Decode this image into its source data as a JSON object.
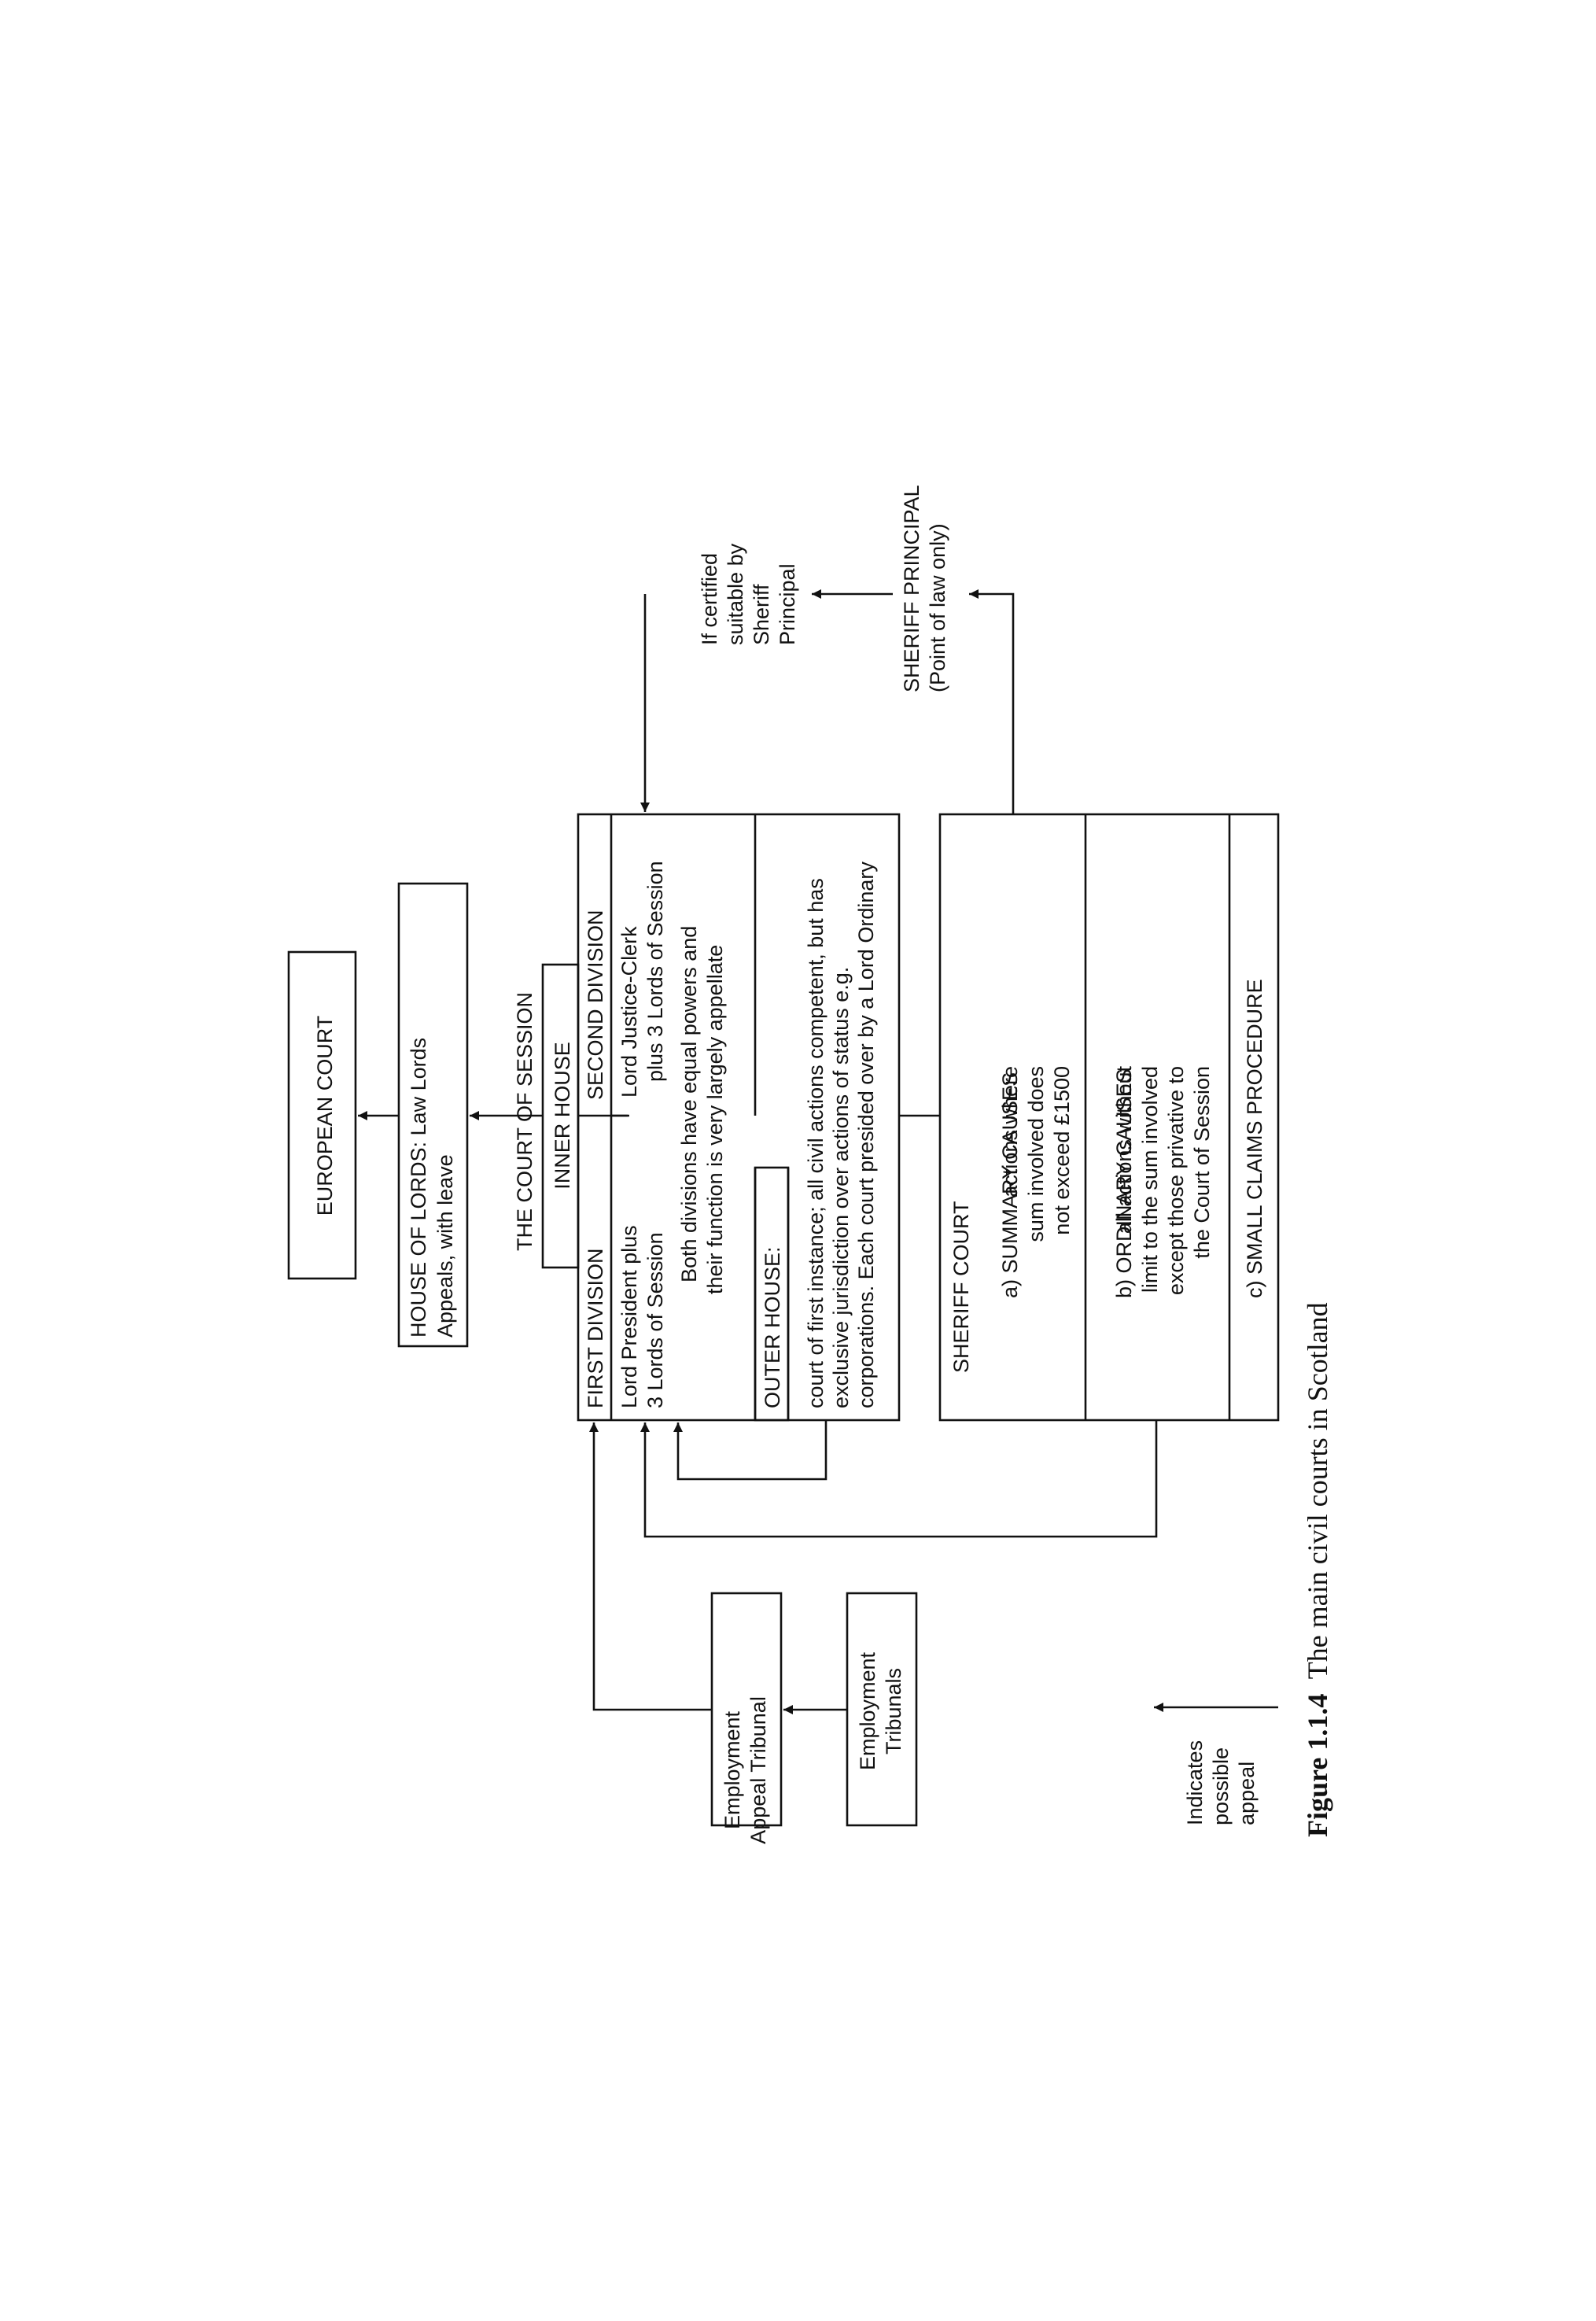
{
  "diagram": {
    "european_court": "EUROPEAN COURT",
    "house_of_lords": [
      "HOUSE OF LORDS: Law Lords",
      "Appeals, with leave"
    ],
    "court_of_session_title": "THE COURT OF SESSION",
    "inner_house_title": "INNER HOUSE",
    "first_division": {
      "title": "FIRST DIVISION",
      "body": [
        "Lord President plus",
        "3 Lords of Session"
      ]
    },
    "second_division": {
      "title": "SECOND DIVISION",
      "body": [
        "Lord Justice-Clerk",
        "plus 3 Lords of Session"
      ]
    },
    "both_divisions_note": [
      "Both divisions have equal powers and",
      "their function is very largely appellate"
    ],
    "outer_house": {
      "title": "OUTER HOUSE:",
      "body": [
        "court of first instance; all civil actions competent, but has",
        "exclusive jurisdiction over actions of status e.g.",
        "corporations. Each court presided over by a Lord Ordinary"
      ]
    },
    "sheriff_court": {
      "title": "SHERIFF COURT",
      "summary_label": "a) SUMMARY CAUSES",
      "summary_desc": [
        "actions where",
        "sum involved does",
        "not exceed £1500"
      ],
      "ordinary_label": "b) ORDINARY CAUSES",
      "ordinary_desc": [
        "all actions without",
        "limit to the sum involved",
        "except those privative to",
        "the Court of Session"
      ],
      "small_claims_label": "c) SMALL CLAIMS PROCEDURE"
    },
    "certified_note": [
      "If certified",
      "suitable by",
      "Sheriff",
      "Principal"
    ],
    "sheriff_principal": [
      "SHERIFF PRINCIPAL",
      "(Point of law only)"
    ],
    "employment_appeal_tribunal": [
      "Employment",
      "Appeal Tribunal"
    ],
    "employment_tribunals": [
      "Employment",
      "Tribunals"
    ],
    "legend_text": [
      "Indicates",
      "possible",
      "appeal"
    ]
  },
  "caption": {
    "label": "Figure 1.1.4",
    "text": "The main civil courts in Scotland"
  }
}
